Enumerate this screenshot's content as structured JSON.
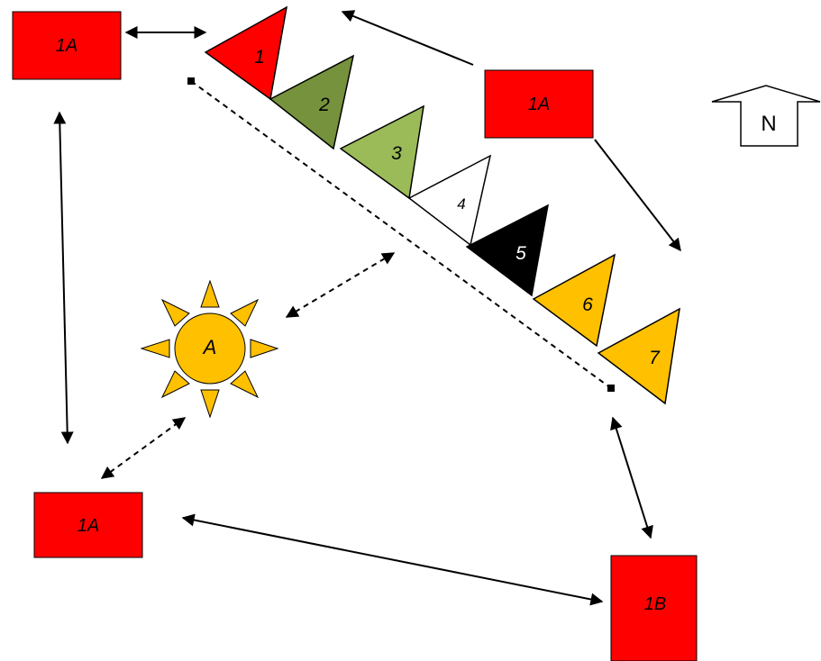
{
  "boxes": {
    "top_left": "1A",
    "top_right": "1A",
    "bottom_left": "1A",
    "bottom_right": "1B"
  },
  "triangles": [
    {
      "label": "1",
      "fill": "#ff0000",
      "text_color": "#000000"
    },
    {
      "label": "2",
      "fill": "#76923c",
      "text_color": "#000000"
    },
    {
      "label": "3",
      "fill": "#9bbb59",
      "text_color": "#000000"
    },
    {
      "label": "4",
      "fill": "#ffffff",
      "text_color": "#000000"
    },
    {
      "label": "5",
      "fill": "#000000",
      "text_color": "#ffffff"
    },
    {
      "label": "6",
      "fill": "#ffc000",
      "text_color": "#000000"
    },
    {
      "label": "7",
      "fill": "#ffc000",
      "text_color": "#000000"
    }
  ],
  "sun": {
    "label": "A",
    "fill": "#ffc000"
  },
  "compass": {
    "label": "N"
  },
  "colors": {
    "box_red": "#ff0000",
    "stroke": "#000000"
  }
}
